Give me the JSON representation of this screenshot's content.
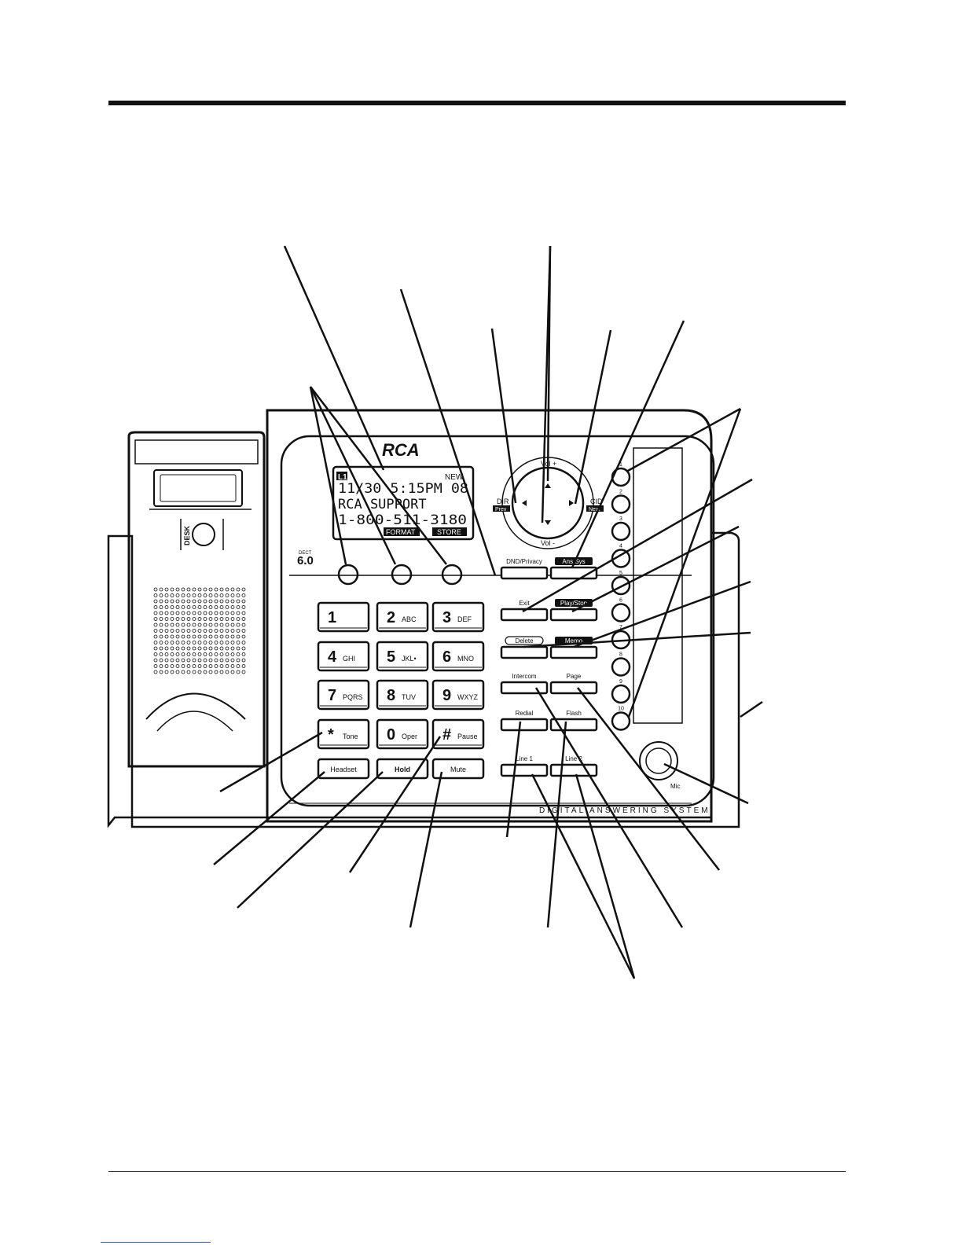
{
  "brand": "RCA",
  "model": {
    "dect": "DECT",
    "version": "6.0"
  },
  "desk_label": "DESK",
  "lcd": {
    "line_indicator": "L1",
    "new_label": "NEW",
    "row1": "11/30  5:15PM 08",
    "row2": "RCA SUPPORT",
    "row3": "1-800-511-3180",
    "softkey_left": "FORMAT",
    "softkey_right": "STORE"
  },
  "nav": {
    "vol_plus": "Vol +",
    "vol_minus": "Vol -",
    "dir": "DIR",
    "prev": "Prev",
    "cid": "CID",
    "next": "Next"
  },
  "keypad": [
    {
      "digit": "1",
      "letters": ""
    },
    {
      "digit": "2",
      "letters": "ABC"
    },
    {
      "digit": "3",
      "letters": "DEF"
    },
    {
      "digit": "4",
      "letters": "GHI"
    },
    {
      "digit": "5",
      "letters": "JKL•"
    },
    {
      "digit": "6",
      "letters": "MNO"
    },
    {
      "digit": "7",
      "letters": "PQRS"
    },
    {
      "digit": "8",
      "letters": "TUV"
    },
    {
      "digit": "9",
      "letters": "WXYZ"
    },
    {
      "digit": "*",
      "letters": "Tone"
    },
    {
      "digit": "0",
      "letters": "Oper"
    },
    {
      "digit": "#",
      "letters": "Pause"
    }
  ],
  "bottom_keys": {
    "headset": "Headset",
    "hold": "Hold",
    "mute": "Mute"
  },
  "function_keys": {
    "dnd_privacy": "DND/Privacy",
    "ans_sys": "Ans Sys",
    "exit": "Exit",
    "play_stop": "Play/Stop",
    "delete": "Delete",
    "memo": "Memo",
    "intercom": "Intercom",
    "page": "Page",
    "redial": "Redial",
    "flash": "Flash",
    "line1": "Line 1",
    "line2": "Line 2"
  },
  "memory_keys": [
    "1",
    "2",
    "3",
    "4",
    "5",
    "6",
    "7",
    "8",
    "9",
    "10"
  ],
  "speaker_label": "Mic",
  "footer_strip": "DIGITAL ANSWERING SYSTEM",
  "colors": {
    "ink": "#111111",
    "body": "#ffffff",
    "label_fill": "#111111",
    "label_text": "#ffffff"
  }
}
